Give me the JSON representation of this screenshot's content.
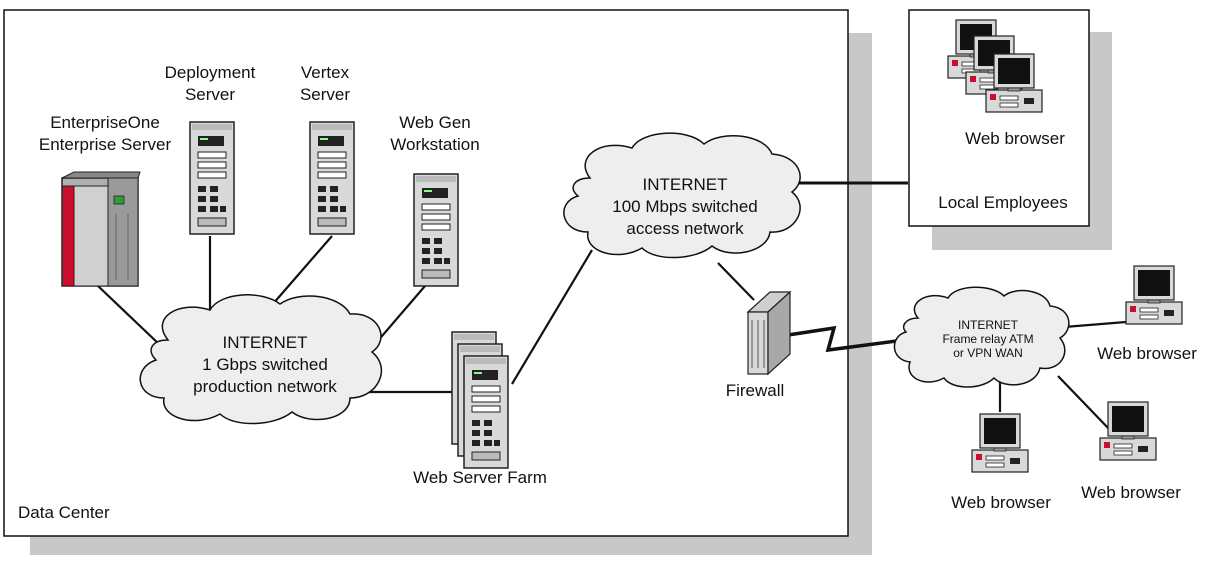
{
  "regions": {
    "data_center": "Data Center",
    "local_employees": "Local Employees"
  },
  "servers": {
    "enterprise_one": "EnterpriseOne\nEnterprise Server",
    "deployment": "Deployment\nServer",
    "vertex": "Vertex\nServer",
    "web_gen": "Web Gen\nWorkstation",
    "web_server_farm": "Web Server Farm",
    "firewall": "Firewall"
  },
  "networks": {
    "production": "INTERNET\n1 Gbps switched\nproduction network",
    "access": "INTERNET\n100 Mbps switched\naccess network",
    "wan": "INTERNET\nFrame relay ATM\nor VPN WAN"
  },
  "clients": {
    "local_browser": "Web browser",
    "remote_browser_1": "Web browser",
    "remote_browser_2": "Web browser",
    "remote_browser_3": "Web browser"
  },
  "colors": {
    "shadow": "#c8c8c8",
    "cloud_fill": "#eeeeee",
    "server_body": "#d9d9d9",
    "enterprise_red": "#c8102e",
    "line": "#111111"
  }
}
